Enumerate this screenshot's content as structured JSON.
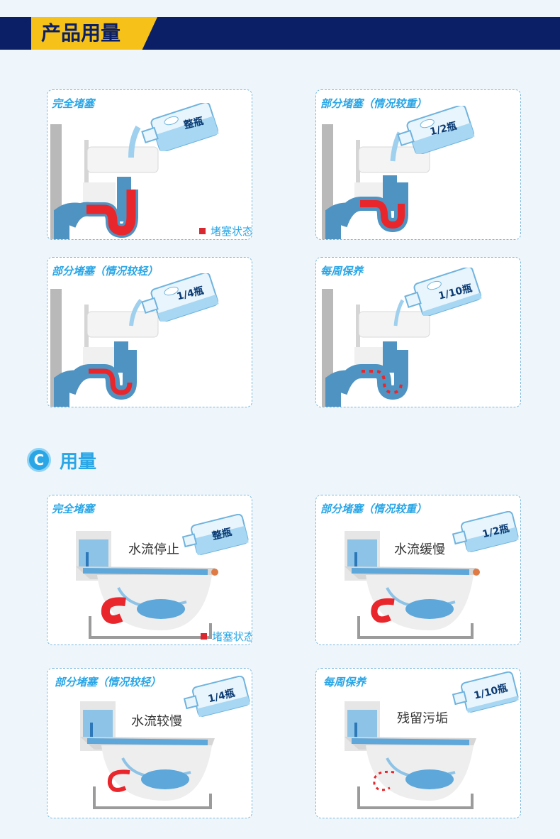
{
  "header": {
    "title": "产品用量"
  },
  "section": {
    "badge": "C",
    "title": "用量"
  },
  "legend": {
    "label": "堵塞状态",
    "color": "#d9282f"
  },
  "colors": {
    "navy": "#0b1f66",
    "accent_yellow": "#f6c21a",
    "accent_blue": "#2aa6e6",
    "clog_red": "#e8262b",
    "water_blue": "#4f93c2"
  },
  "top_cards": [
    {
      "title": "完全堵塞",
      "dose": "整瓶"
    },
    {
      "title": "部分堵塞（情况较重）",
      "dose": "1/2瓶"
    },
    {
      "title": "部分堵塞（情况较轻）",
      "dose": "1/4瓶"
    },
    {
      "title": "每周保养",
      "dose": "1/10瓶"
    }
  ],
  "bottom_cards": [
    {
      "title": "完全堵塞",
      "dose": "整瓶",
      "status": "水流停止"
    },
    {
      "title": "部分堵塞（情况较重）",
      "dose": "1/2瓶",
      "status": "水流缓慢"
    },
    {
      "title": "部分堵塞（情况较轻）",
      "dose": "1/4瓶",
      "status": "水流较慢"
    },
    {
      "title": "每周保养",
      "dose": "1/10瓶",
      "status": "残留污垢"
    }
  ]
}
